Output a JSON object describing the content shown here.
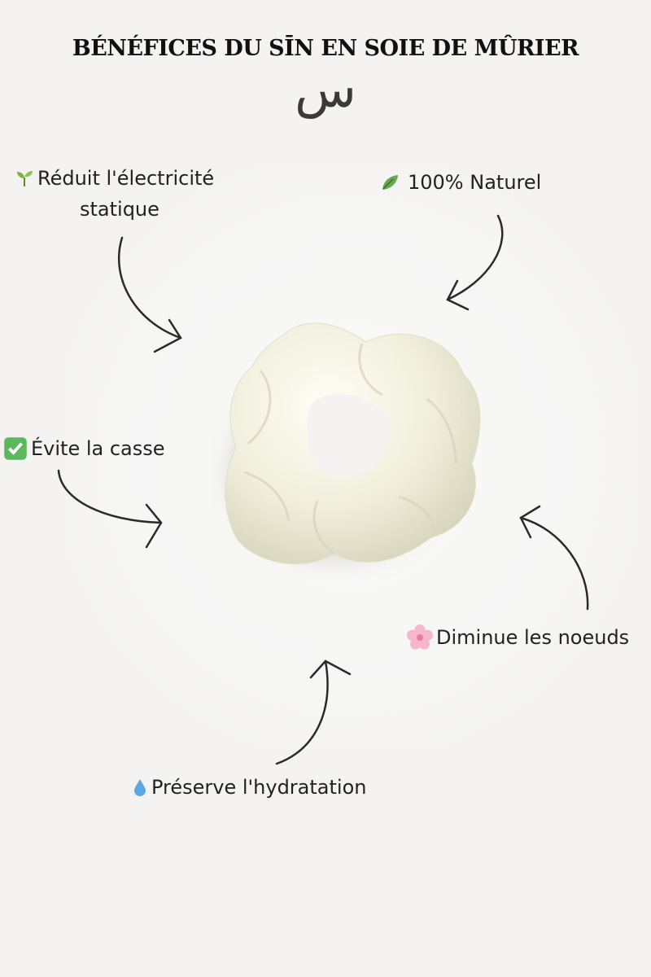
{
  "title": "BÉNÉFICES DU SĪN EN SOIE DE MÛRIER",
  "logo_letter": "س",
  "benefits": [
    {
      "icon": "seedling-icon",
      "line1": "Réduit l'électricité",
      "line2": "statique"
    },
    {
      "icon": "leaf-icon",
      "line1": "100% Naturel"
    },
    {
      "icon": "check-box-icon",
      "line1": "Évite la casse"
    },
    {
      "icon": "cherry-blossom-icon",
      "line1": "Diminue les noeuds"
    },
    {
      "icon": "droplet-icon",
      "line1": "Préserve l'hydratation"
    }
  ],
  "colors": {
    "background": "#f4f3f1",
    "scrunchie": "#f3f1df"
  }
}
